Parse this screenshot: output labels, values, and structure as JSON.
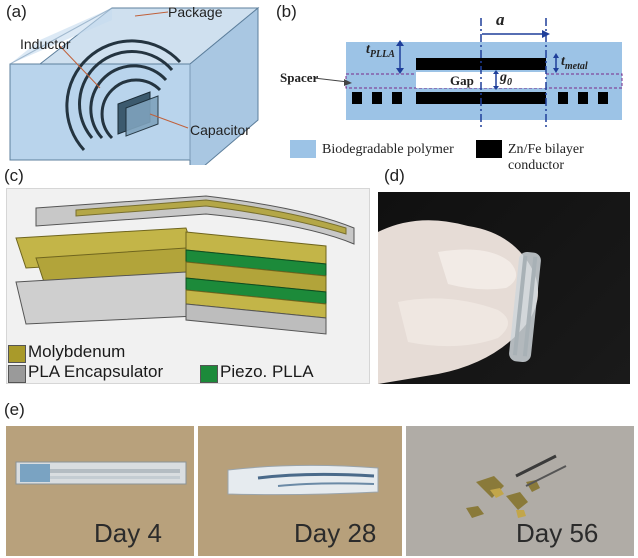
{
  "panels": {
    "a": {
      "label": "(a)",
      "package": "Package",
      "inductor": "Inductor",
      "capacitor": "Capacitor"
    },
    "b": {
      "label": "(b)",
      "a_symbol": "a",
      "t_plla": "t",
      "t_plla_sub": "PLLA",
      "t_metal": "t",
      "t_metal_sub": "metal",
      "spacer": "Spacer",
      "gap": "Gap",
      "g0": "g",
      "g0_sub": "0",
      "legend_polymer": "Biodegradable polymer",
      "legend_conductor": "Zn/Fe bilayer conductor",
      "polymer_color": "#9cc3e6",
      "conductor_color": "#000000"
    },
    "c": {
      "label": "(c)",
      "legend_molybdenum": "Molybdenum",
      "legend_pla": "PLA Encapsulator",
      "legend_piezo": "Piezo. PLLA",
      "molybdenum_color": "#a99a2a",
      "pla_color": "#9a9a9a",
      "piezo_color": "#1c8a3a"
    },
    "d": {
      "label": "(d)"
    },
    "e": {
      "label": "(e)",
      "day4": "Day 4",
      "day28": "Day 28",
      "day56": "Day 56"
    }
  }
}
